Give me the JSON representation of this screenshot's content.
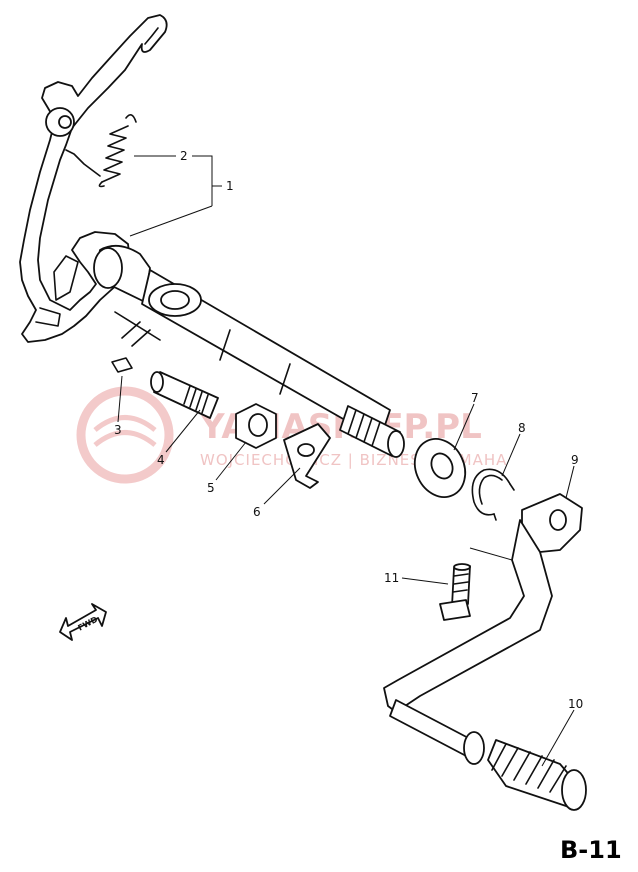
{
  "diagram": {
    "page_code": "B-11",
    "fwd_label": "FWD",
    "watermark": {
      "logo_text": "YAMASKLEP.PL",
      "sub_text": "WOJCIECHOWICZ | BIZNES | YAMAHA",
      "color": "#f0c4c4"
    },
    "callouts": [
      "1",
      "2",
      "3",
      "4",
      "5",
      "6",
      "7",
      "8",
      "9",
      "10",
      "11"
    ]
  }
}
